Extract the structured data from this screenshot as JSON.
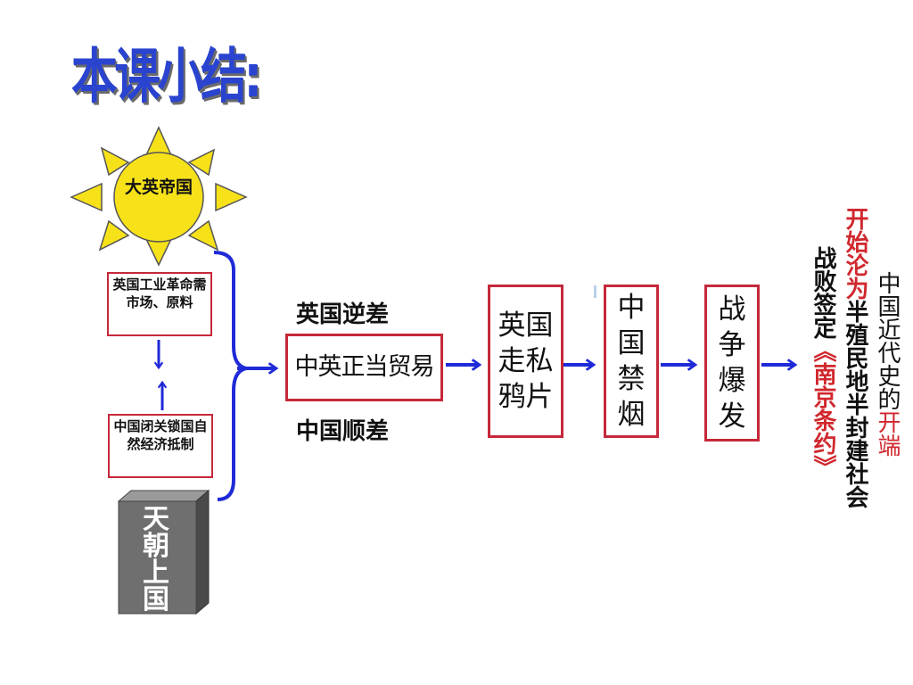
{
  "title": "本课小结:",
  "sun": {
    "text": "大英帝国",
    "color": "#f7e21a"
  },
  "left_boxes": {
    "uk": "英国工业革命需市场、原料",
    "china": "中国闭关锁国自然经济抵制"
  },
  "pillar": {
    "text": "天朝上国"
  },
  "trade": {
    "upper_label": "英国逆差",
    "box": "中英正当贸易",
    "lower_label": "中国顺差"
  },
  "steps": [
    {
      "line1": "英国",
      "line2": "走私",
      "line3": "鸦片"
    },
    {
      "chars": [
        "中",
        "国",
        "禁",
        "烟"
      ]
    },
    {
      "chars": [
        "战",
        "争",
        "爆",
        "发"
      ]
    }
  ],
  "outcome": {
    "col1": "战败签定",
    "col1_treaty": "《南京条约》",
    "col2_red": "开始沦为",
    "col2_rest": "半殖民地半封建社会",
    "col3_black": "中国近代史的",
    "col3_red": "开端"
  },
  "colors": {
    "arrow": "#1f2ad8",
    "box_border": "#c6283a",
    "highlight": "#d0282e"
  }
}
